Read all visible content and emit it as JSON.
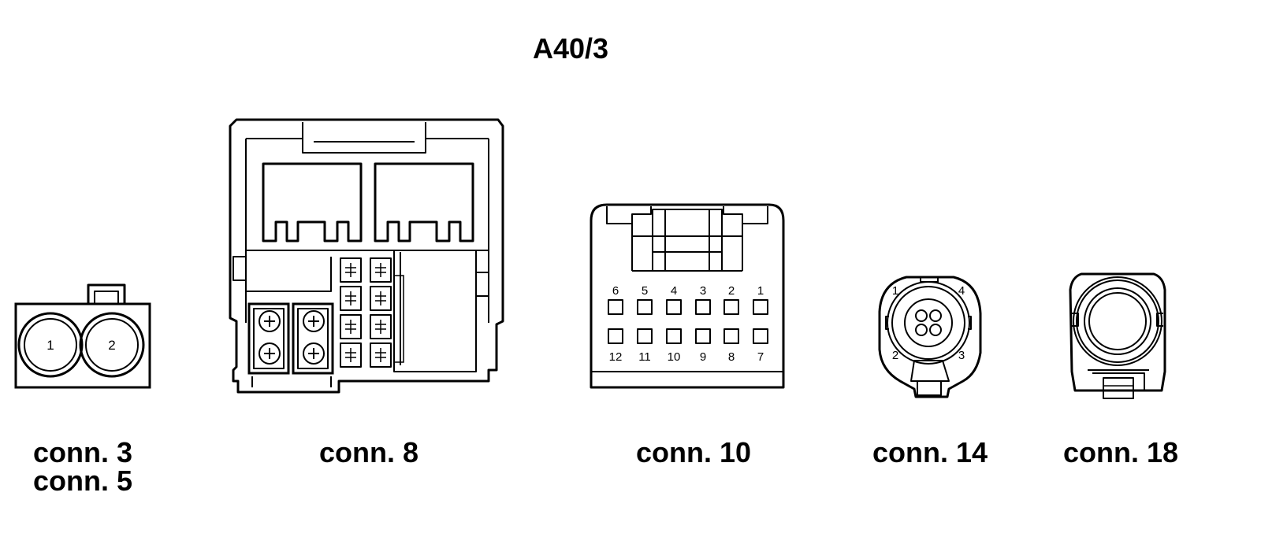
{
  "title": "A40/3",
  "connectors": [
    {
      "labels": [
        "conn. 3",
        "conn. 5"
      ],
      "pins": [
        "1",
        "2"
      ]
    },
    {
      "labels": [
        "conn. 8"
      ]
    },
    {
      "labels": [
        "conn. 10"
      ],
      "pins_top": [
        "6",
        "5",
        "4",
        "3",
        "2",
        "1"
      ],
      "pins_bottom": [
        "12",
        "11",
        "10",
        "9",
        "8",
        "7"
      ]
    },
    {
      "labels": [
        "conn. 14"
      ],
      "pins": [
        "1",
        "4",
        "2",
        "3"
      ]
    },
    {
      "labels": [
        "conn. 18"
      ]
    }
  ]
}
